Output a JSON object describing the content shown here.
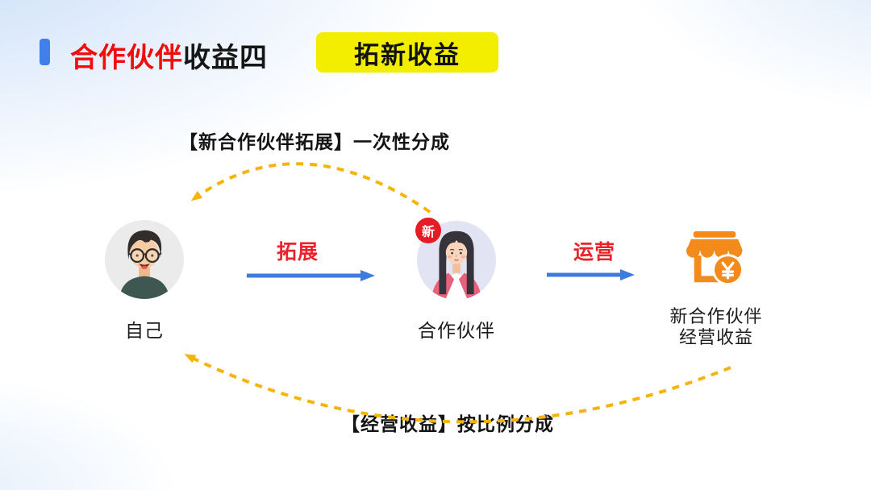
{
  "header": {
    "title_highlight": "合作伙伴",
    "title_rest": "收益四",
    "badge": "拓新收益"
  },
  "flow": {
    "top_note": "【新合作伙伴拓展】一次性分成",
    "bottom_note": "【经营收益】按比例分成",
    "nodes": [
      {
        "label": "自己"
      },
      {
        "label": "合作伙伴",
        "badge": "新"
      },
      {
        "label_line1": "新合作伙伴",
        "label_line2": "经营收益"
      }
    ],
    "arrows": [
      {
        "label": "拓展"
      },
      {
        "label": "运营"
      }
    ]
  },
  "colors": {
    "accent_blue": "#4080E8",
    "title_red": "#F20D0D",
    "badge_yellow": "#F3EE00",
    "arrow_blue": "#3D7BDF",
    "arrow_label_red": "#E9232B",
    "dashed_orange": "#F6B40A",
    "store_orange": "#F28A1C",
    "new_badge_red": "#E51C23"
  }
}
